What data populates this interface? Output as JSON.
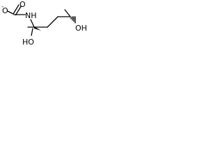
{
  "molecule": {
    "atoms": {
      "carboxylate_oxygen": "O",
      "carboxylate_charge": "-",
      "carbonyl_oxygen": "O",
      "amine": "NH",
      "hydroxyl_left": "HO",
      "hydroxyl_right": "OH"
    }
  }
}
